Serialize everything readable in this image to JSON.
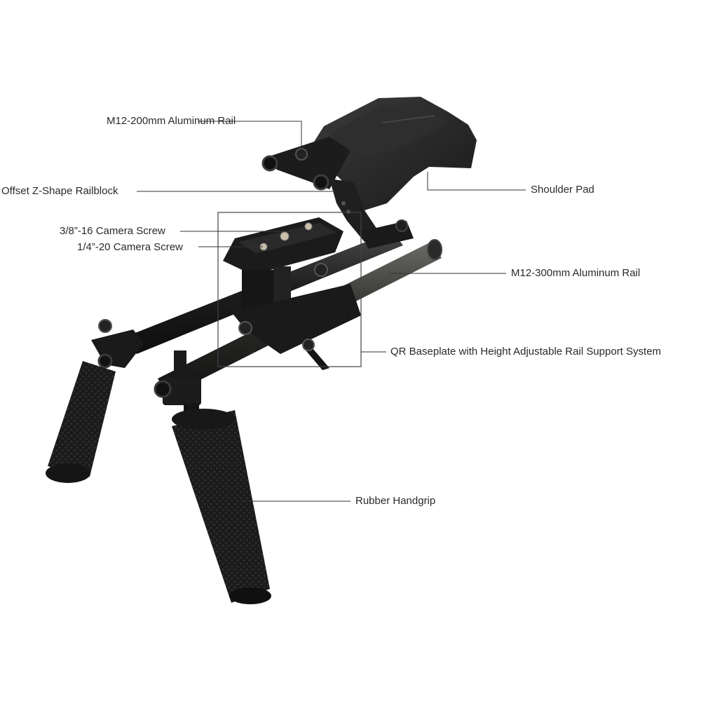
{
  "diagram": {
    "subject": "Shoulder rig",
    "background": "#ffffff",
    "colors": {
      "metal_dark": "#1b1b1b",
      "metal_mid": "#2e2e2e",
      "metal_highlight": "#5a5a5a",
      "rubber": "#151515",
      "screw_brass": "#c8bfa8",
      "leader_line": "#333333",
      "label_text": "#2a2a2a"
    },
    "labels": [
      {
        "id": "m12-200",
        "text": "M12-200mm Aluminum Rail"
      },
      {
        "id": "z-railblock",
        "text": "Offset Z-Shape Railblock"
      },
      {
        "id": "screw-3-8",
        "text": "3/8”-16 Camera Screw"
      },
      {
        "id": "screw-1-4",
        "text": "1/4”-20 Camera Screw"
      },
      {
        "id": "shoulder-pad",
        "text": "Shoulder Pad"
      },
      {
        "id": "m12-300",
        "text": "M12-300mm Aluminum Rail"
      },
      {
        "id": "qr-baseplate",
        "text": "QR Baseplate with Height Adjustable Rail Support System"
      },
      {
        "id": "handgrip",
        "text": "Rubber Handgrip"
      }
    ]
  }
}
